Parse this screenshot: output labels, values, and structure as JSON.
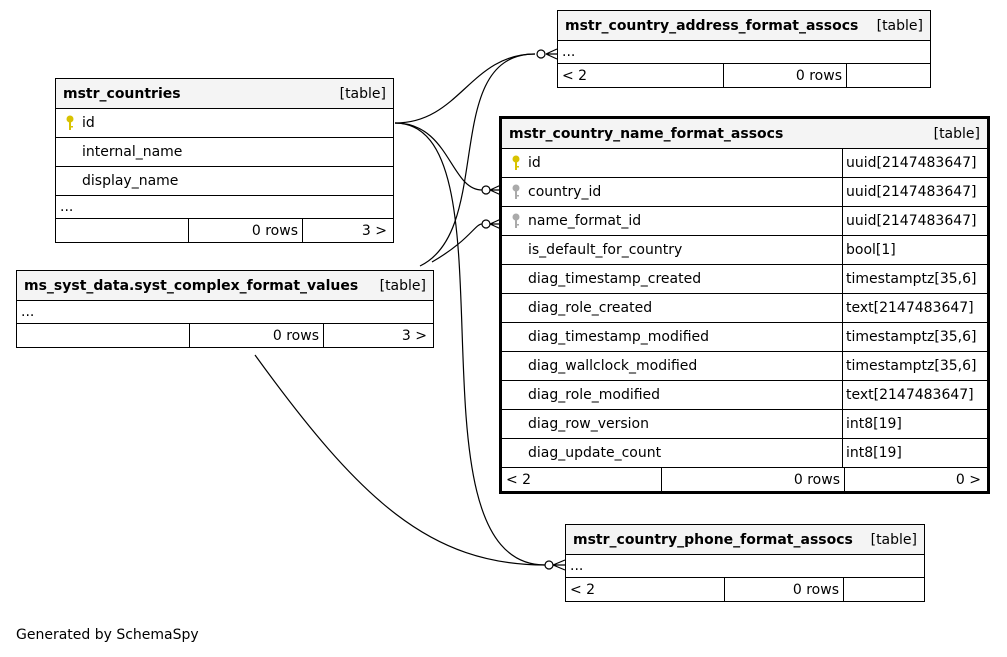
{
  "colors": {
    "primary_key": "#d8c200",
    "foreign_key": "#aaaaaa",
    "header_bg": "#f4f4f4"
  },
  "tables": {
    "countries": {
      "name": "mstr_countries",
      "kind": "[table]",
      "columns": [
        "id",
        "internal_name",
        "display_name"
      ],
      "more": "...",
      "footer": [
        "",
        "0 rows",
        "3 >"
      ]
    },
    "address": {
      "name": "mstr_country_address_format_assocs",
      "kind": "[table]",
      "more": "...",
      "footer": [
        "< 2",
        "0 rows",
        ""
      ]
    },
    "name_format": {
      "name": "mstr_country_name_format_assocs",
      "kind": "[table]",
      "columns": [
        {
          "name": "id",
          "type": "uuid[2147483647]"
        },
        {
          "name": "country_id",
          "type": "uuid[2147483647]"
        },
        {
          "name": "name_format_id",
          "type": "uuid[2147483647]"
        },
        {
          "name": "is_default_for_country",
          "type": "bool[1]"
        },
        {
          "name": "diag_timestamp_created",
          "type": "timestamptz[35,6]"
        },
        {
          "name": "diag_role_created",
          "type": "text[2147483647]"
        },
        {
          "name": "diag_timestamp_modified",
          "type": "timestamptz[35,6]"
        },
        {
          "name": "diag_wallclock_modified",
          "type": "timestamptz[35,6]"
        },
        {
          "name": "diag_role_modified",
          "type": "text[2147483647]"
        },
        {
          "name": "diag_row_version",
          "type": "int8[19]"
        },
        {
          "name": "diag_update_count",
          "type": "int8[19]"
        }
      ],
      "footer": [
        "< 2",
        "0 rows",
        "0 >"
      ]
    },
    "complex": {
      "name": "ms_syst_data.syst_complex_format_values",
      "kind": "[table]",
      "more": "...",
      "footer": [
        "",
        "0 rows",
        "3 >"
      ]
    },
    "phone": {
      "name": "mstr_country_phone_format_assocs",
      "kind": "[table]",
      "more": "...",
      "footer": [
        "< 2",
        "0 rows",
        ""
      ]
    }
  },
  "credit": "Generated by SchemaSpy"
}
